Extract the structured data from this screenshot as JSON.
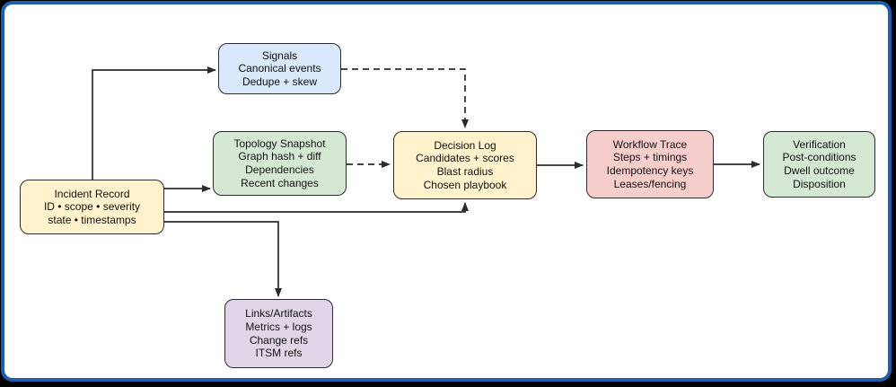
{
  "frame": {
    "outer_background": "#000000",
    "border_color": "#1e5fa9",
    "panel_background": "#ffffff"
  },
  "diagram": {
    "nodes": [
      {
        "id": "incident-record",
        "fill": "#fff2cc",
        "lines": [
          "Incident Record",
          "ID • scope • severity",
          "state • timestamps"
        ]
      },
      {
        "id": "signals",
        "fill": "#dae8fc",
        "lines": [
          "Signals",
          "Canonical events",
          "Dedupe + skew"
        ]
      },
      {
        "id": "topology-snapshot",
        "fill": "#d5e8d4",
        "lines": [
          "Topology Snapshot",
          "Graph hash + diff",
          "Dependencies",
          "Recent changes"
        ]
      },
      {
        "id": "decision-log",
        "fill": "#fff2cc",
        "lines": [
          "Decision Log",
          "Candidates + scores",
          "Blast radius",
          "Chosen playbook"
        ]
      },
      {
        "id": "workflow-trace",
        "fill": "#f8cecc",
        "lines": [
          "Workflow Trace",
          "Steps + timings",
          "Idempotency keys",
          "Leases/fencing"
        ]
      },
      {
        "id": "verification",
        "fill": "#d5e8d4",
        "lines": [
          "Verification",
          "Post-conditions",
          "Dwell outcome",
          "Disposition"
        ]
      },
      {
        "id": "links-artifacts",
        "fill": "#e1d5e7",
        "lines": [
          "Links/Artifacts",
          "Metrics + logs",
          "Change refs",
          "ITSM refs"
        ]
      }
    ],
    "edges": [
      {
        "from": "incident-record",
        "to": "signals",
        "style": "solid"
      },
      {
        "from": "incident-record",
        "to": "topology-snapshot",
        "style": "solid"
      },
      {
        "from": "incident-record",
        "to": "decision-log",
        "style": "solid"
      },
      {
        "from": "incident-record",
        "to": "links-artifacts",
        "style": "solid"
      },
      {
        "from": "signals",
        "to": "decision-log",
        "style": "dashed"
      },
      {
        "from": "topology-snapshot",
        "to": "decision-log",
        "style": "dashed"
      },
      {
        "from": "decision-log",
        "to": "workflow-trace",
        "style": "solid"
      },
      {
        "from": "workflow-trace",
        "to": "verification",
        "style": "solid"
      }
    ]
  }
}
